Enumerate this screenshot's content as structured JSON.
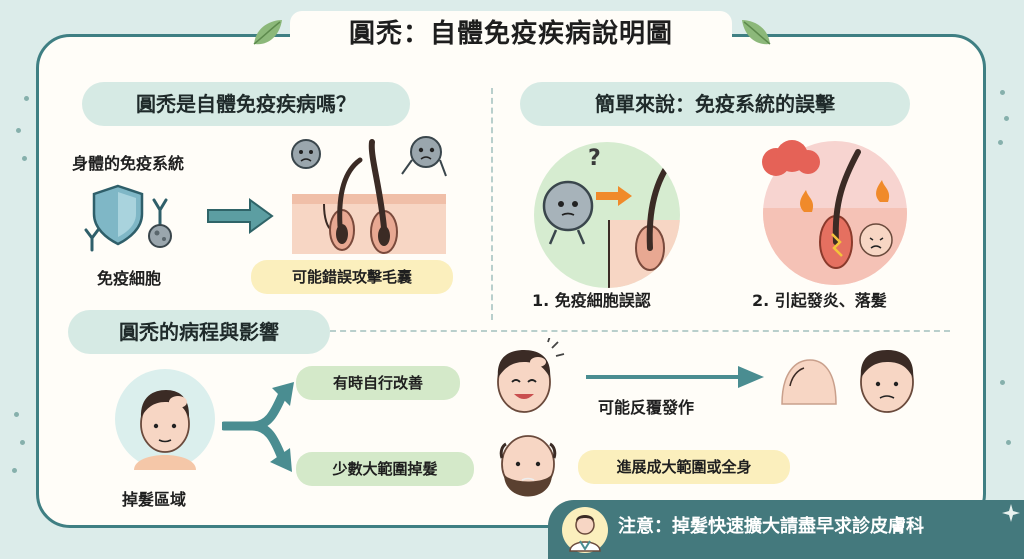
{
  "title": "圓禿：自體免疫疾病說明圖",
  "section1": {
    "heading": "圓禿是自體免疫疾病嗎？",
    "immune_system_label": "身體的免疫系統",
    "immune_cell_label": "免疫細胞",
    "result_label": "可能錯誤攻擊毛囊"
  },
  "section2": {
    "heading": "簡單來說：免疫系統的誤擊",
    "question_mark": "?",
    "step1": "1. 免疫細胞誤認",
    "step2": "2. 引起發炎、落髮"
  },
  "section3": {
    "heading": "圓禿的病程與影響",
    "area_label": "掉髮區域",
    "branch_improve": "有時自行改善",
    "branch_extensive": "少數大範圍掉髮",
    "recur_label": "可能反覆發作",
    "progress_label": "進展成大範圍或全身"
  },
  "notice": "注意：掉髮快速擴大請盡早求診皮膚科",
  "colors": {
    "card_border": "#3f7f83",
    "section_pill": "#d6eae4",
    "green_pill": "#d4e9c9",
    "yellow_pill": "#fbefbd",
    "banner": "#44797d",
    "arrow": "#4a8d91",
    "accent_orange": "#f08a2a"
  }
}
